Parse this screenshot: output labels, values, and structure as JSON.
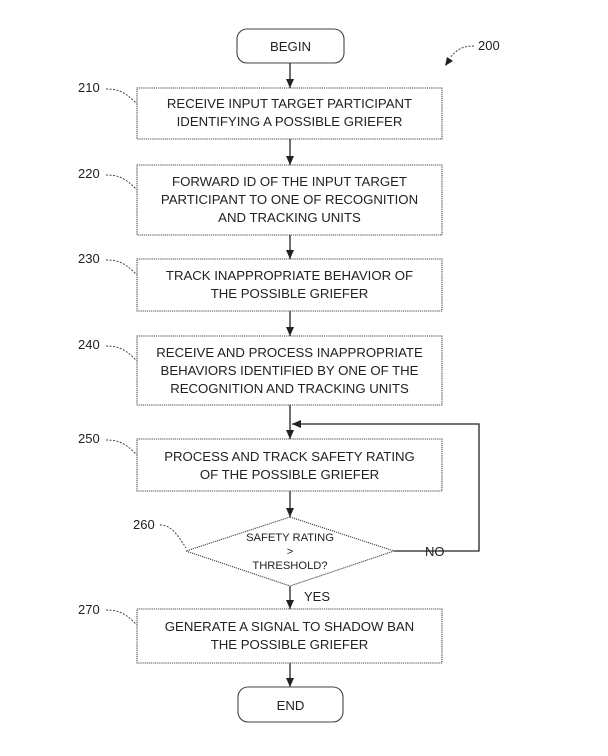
{
  "figure_number": "200",
  "start": {
    "text": "BEGIN"
  },
  "end": {
    "text": "END"
  },
  "steps": [
    {
      "ref": "210",
      "lines": [
        "RECEIVE INPUT TARGET PARTICIPANT",
        "IDENTIFYING A POSSIBLE GRIEFER"
      ]
    },
    {
      "ref": "220",
      "lines": [
        "FORWARD ID OF THE INPUT TARGET",
        "PARTICIPANT TO ONE OF RECOGNITION",
        "AND TRACKING UNITS"
      ]
    },
    {
      "ref": "230",
      "lines": [
        "TRACK INAPPROPRIATE BEHAVIOR OF",
        "THE POSSIBLE GRIEFER"
      ]
    },
    {
      "ref": "240",
      "lines": [
        "RECEIVE AND PROCESS INAPPROPRIATE",
        "BEHAVIORS IDENTIFIED BY ONE OF THE",
        "RECOGNITION AND TRACKING UNITS"
      ]
    },
    {
      "ref": "250",
      "lines": [
        "PROCESS AND TRACK SAFETY RATING",
        "OF THE POSSIBLE GRIEFER"
      ]
    }
  ],
  "decision": {
    "ref": "260",
    "lines": [
      "SAFETY RATING",
      ">",
      "THRESHOLD?"
    ],
    "yes_label": "YES",
    "no_label": "NO"
  },
  "final_step": {
    "ref": "270",
    "lines": [
      "GENERATE A SIGNAL TO SHADOW BAN",
      "THE POSSIBLE GRIEFER"
    ]
  }
}
